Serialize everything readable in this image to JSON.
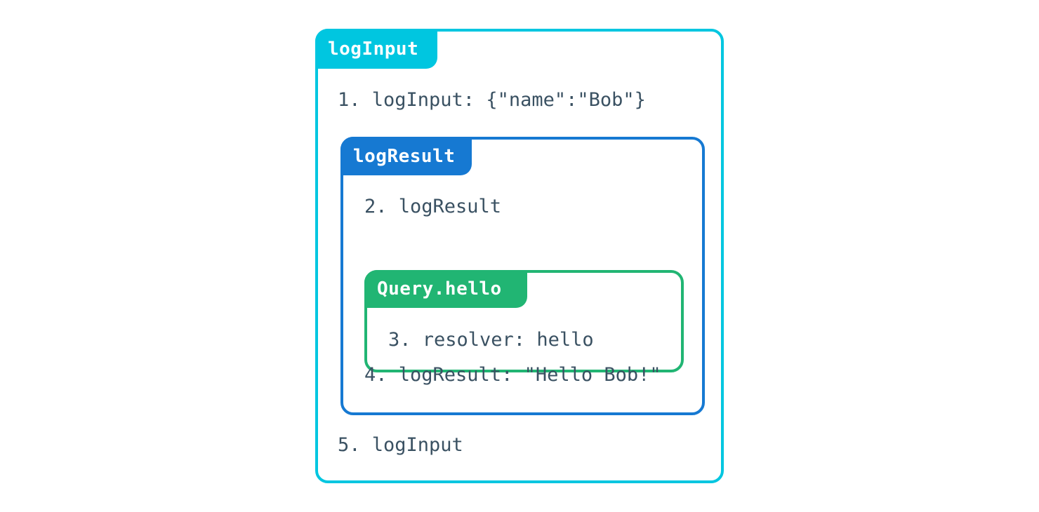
{
  "diagram": {
    "title": "logInput",
    "background_color": "#ffffff",
    "text_color": "#3a5162"
  },
  "boxes": {
    "log_input": {
      "tab_label": "logInput",
      "accent_color": "#00c6e0",
      "lines": {
        "first": "1. logInput: {\"name\":\"Bob\"}",
        "last": "5. logInput"
      }
    },
    "log_result": {
      "tab_label": "logResult",
      "accent_color": "#1679d2",
      "lines": {
        "first": "2. logResult",
        "last": "4. logResult: \"Hello Bob!\""
      }
    },
    "query_hello": {
      "tab_label": "Query.hello",
      "accent_color": "#21b573",
      "lines": {
        "first": "3. resolver: hello"
      }
    }
  }
}
